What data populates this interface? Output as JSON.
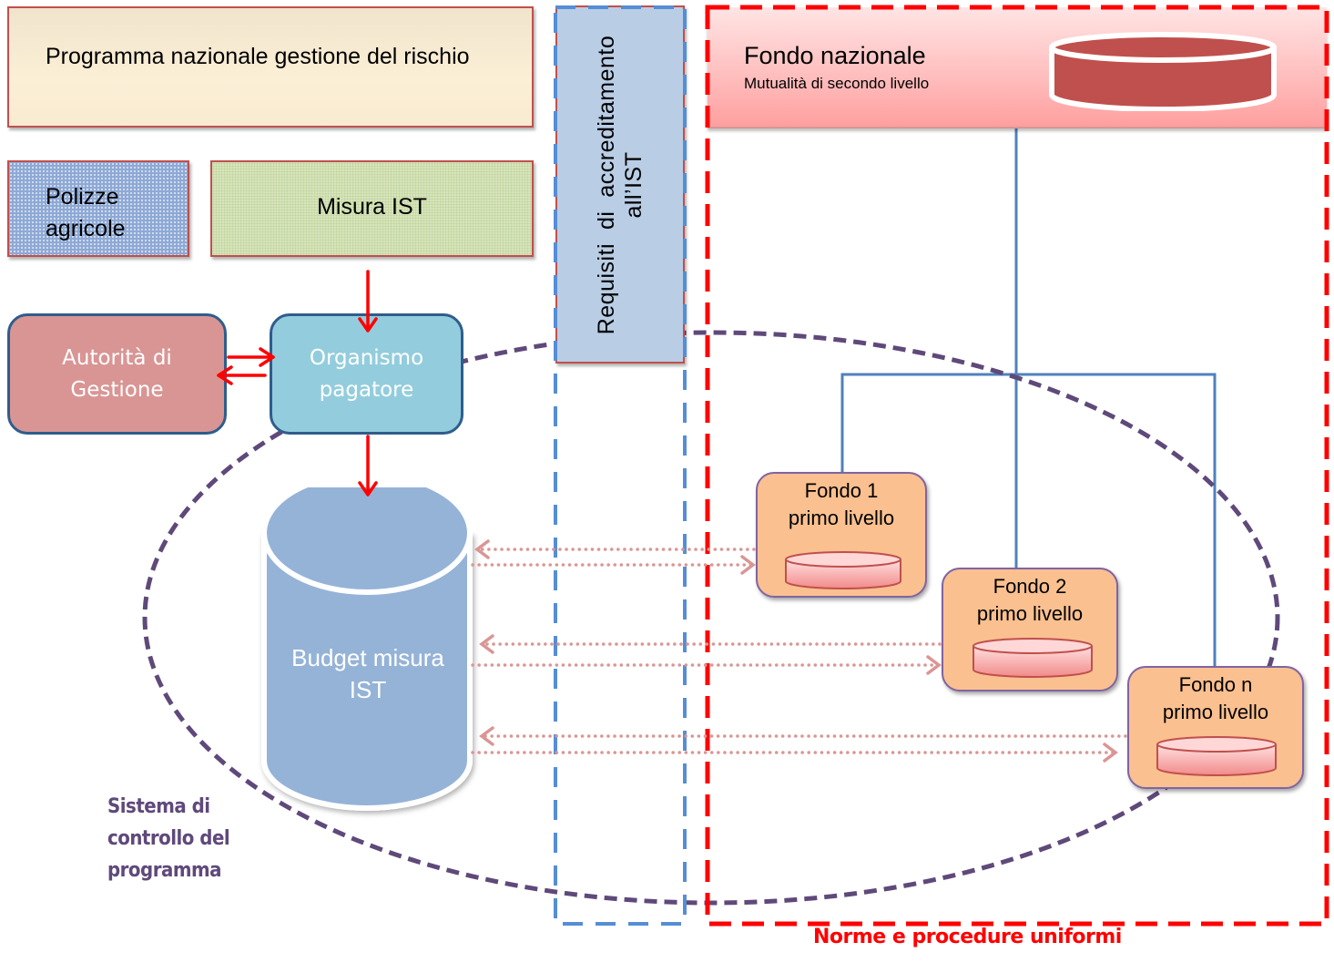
{
  "diagram": {
    "programma": {
      "label": "Programma nazionale gestione del rischio"
    },
    "polizze": {
      "label_line1": "Polizze",
      "label_line2": "agricole"
    },
    "misura_ist": {
      "label": "Misura IST"
    },
    "requisiti": {
      "label_line1": "Requisiti  di  accreditamento",
      "label_line2": "all’IST"
    },
    "fondo_nazionale": {
      "title": "Fondo nazionale",
      "subtitle": "Mutualità di secondo livello"
    },
    "autorita": {
      "label_line1": "Autorità di",
      "label_line2": "Gestione"
    },
    "organismo": {
      "label_line1": "Organismo",
      "label_line2": "pagatore"
    },
    "budget": {
      "label_line1": "Budget misura",
      "label_line2": "IST"
    },
    "fondi_primo_livello": [
      {
        "line1": "Fondo 1",
        "line2": "primo livello"
      },
      {
        "line1": "Fondo 2",
        "line2": "primo livello"
      },
      {
        "line1": "Fondo n",
        "line2": "primo livello"
      }
    ],
    "sistema_controllo": {
      "line1": "Sistema di",
      "line2": "controllo del",
      "line3": "programma"
    },
    "norme": {
      "label": "Norme e procedure uniformi"
    }
  },
  "colors": {
    "control_ellipse": "#5f497a",
    "requisiti_border": "#4a86d4",
    "norme_border": "#ff0000",
    "flow_arrow": "#ff0000",
    "budget_arrow": "#da9694",
    "connector_line": "#4f81bd",
    "budget_fill": "#95b3d7",
    "fund_fill": "#fac090"
  }
}
